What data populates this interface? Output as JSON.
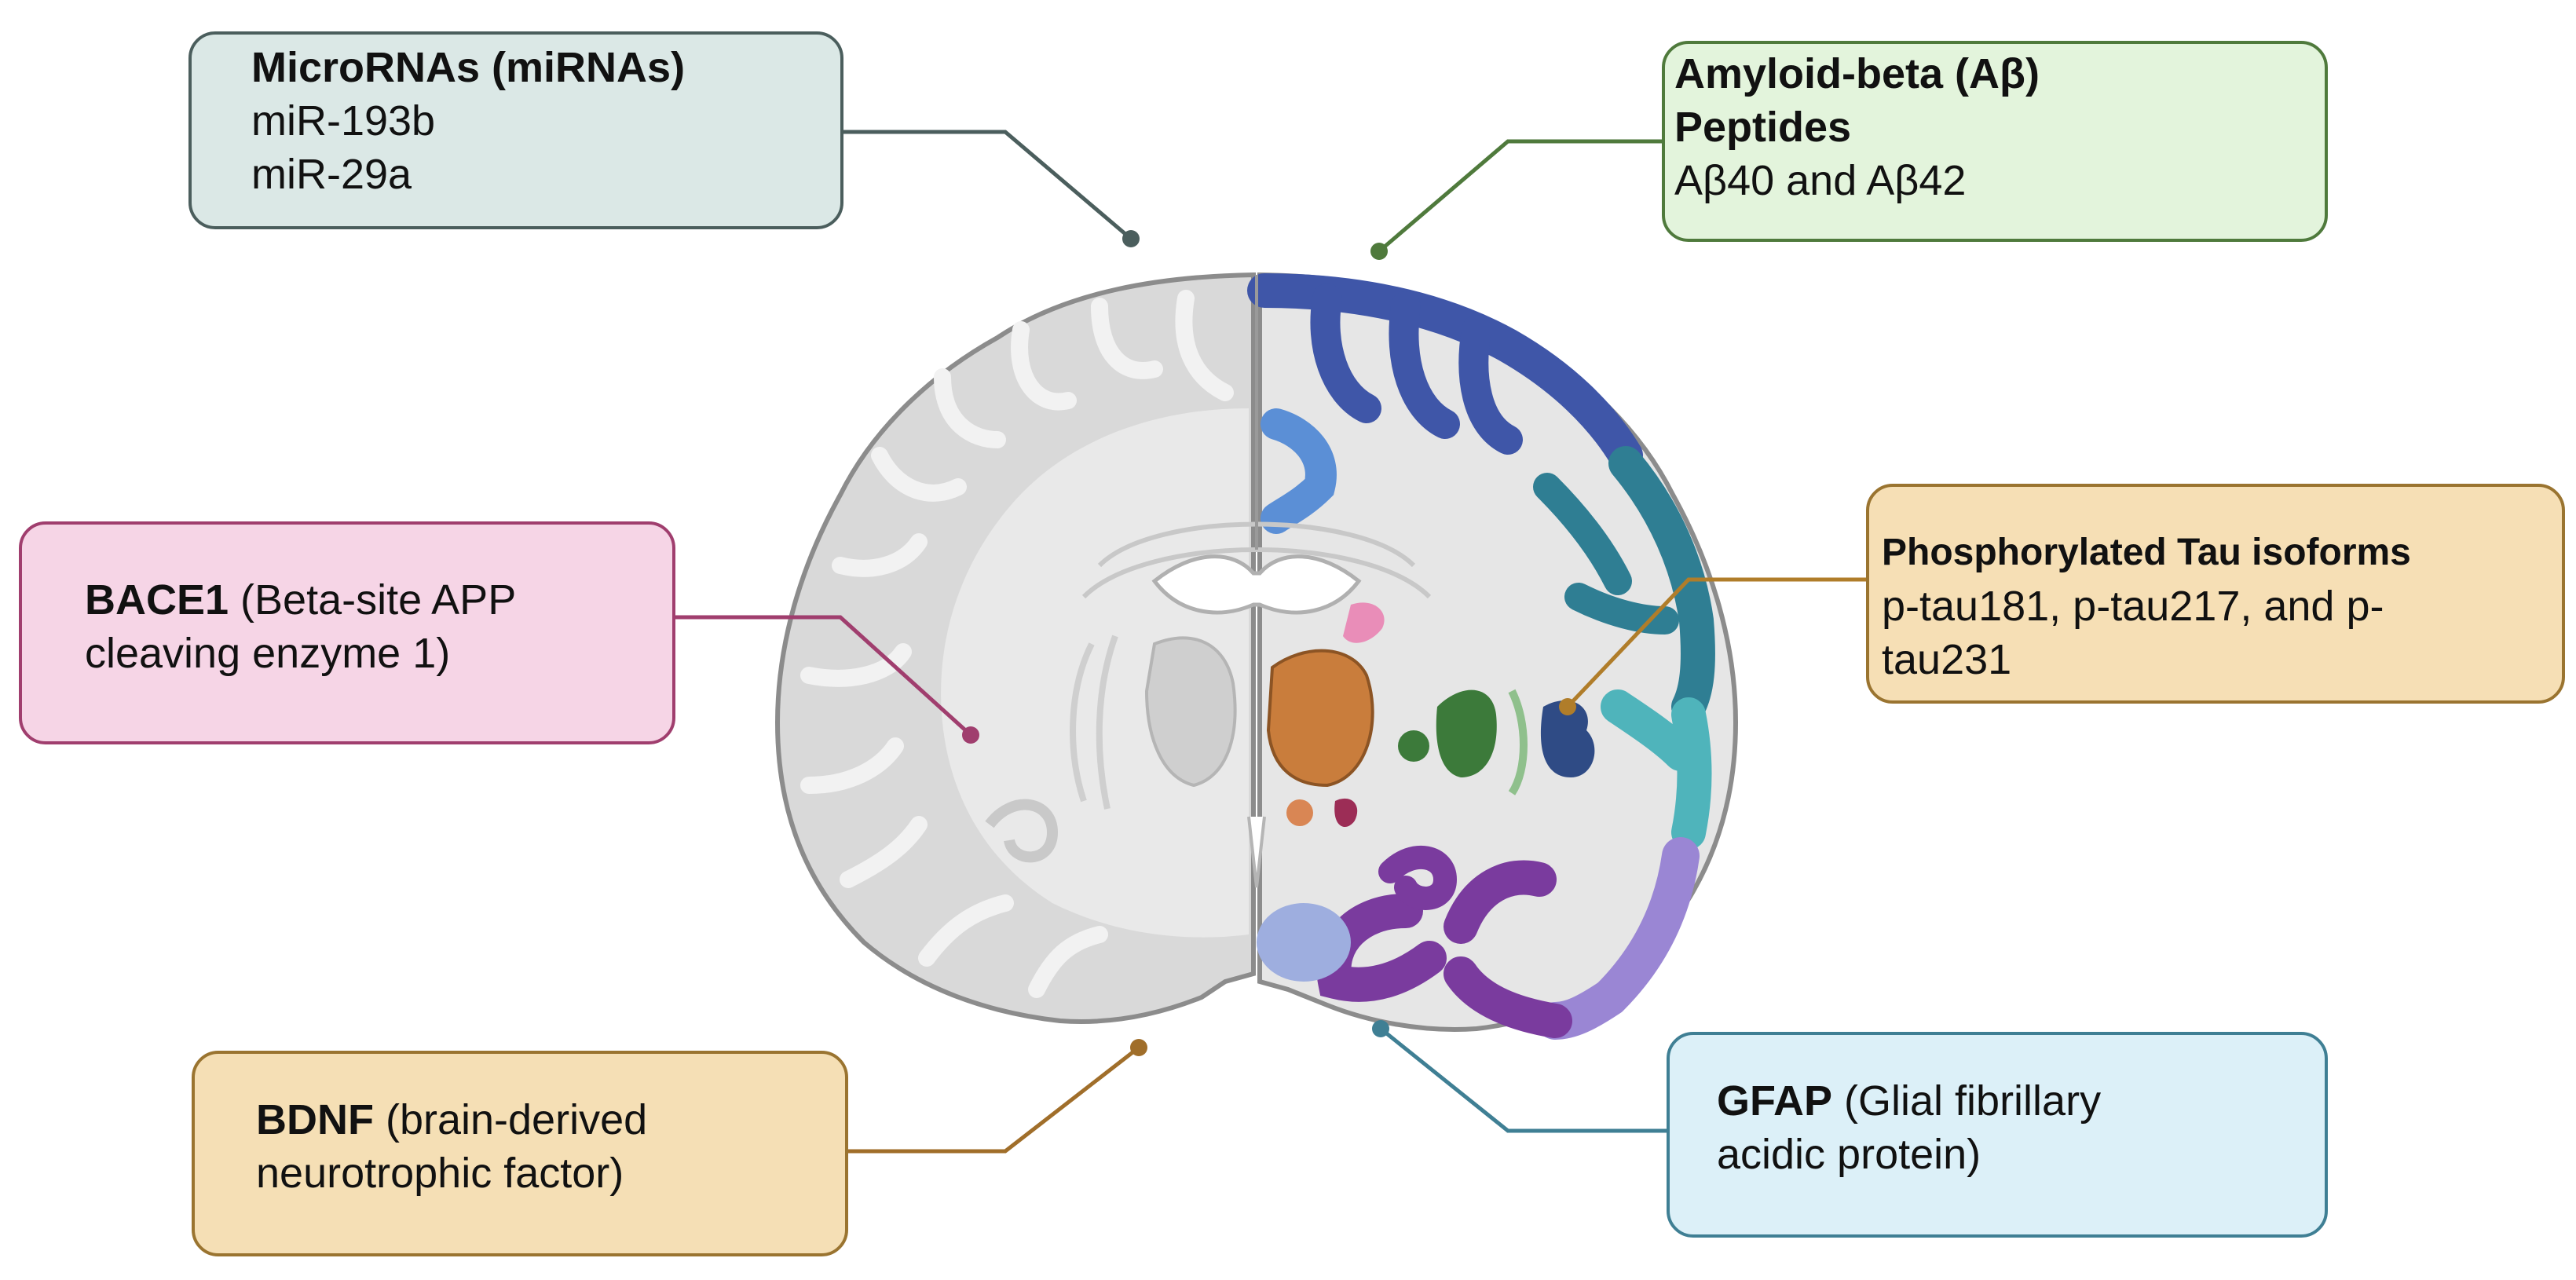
{
  "callouts": {
    "mirna": {
      "title": "MicroRNAs (miRNAs)",
      "items": [
        "miR-193b",
        "miR-29a"
      ],
      "color": "#dbe8e6",
      "border": "#4b5e5d"
    },
    "abeta": {
      "title_line1": "Amyloid-beta (Aβ)",
      "title_line2": "Peptides",
      "detail": "Aβ40 and Aβ42",
      "color": "#e3f4dc",
      "border": "#4f7a3c"
    },
    "tau": {
      "title": "Phosphorylated Tau isoforms",
      "detail_line1": "p-tau181, p-tau217, and p-",
      "detail_line2": "tau231",
      "color": "#f6dfb5",
      "border": "#9a7430"
    },
    "bace": {
      "title": "BACE1",
      "detail_line1": " (Beta-site APP",
      "detail_line2": "cleaving enzyme 1)",
      "color": "#f6d5e6",
      "border": "#a03e6e"
    },
    "bdnf": {
      "title": "BDNF",
      "detail_line1": " (brain-derived",
      "detail_line2": "neurotrophic factor)",
      "color": "#f5dfb5",
      "border": "#9a7430"
    },
    "gfap": {
      "title": "GFAP",
      "detail_line1": " (Glial fibrillary",
      "detail_line2": "acidic protein)",
      "color": "#dcf0f8",
      "border": "#3f7f94"
    }
  },
  "brain": {
    "left_hemisphere_color": "#d9d9d9",
    "right_hemisphere_color": "#e6e6e6",
    "region_colors": {
      "frontal_cortex": "#3f56a8",
      "medial_cortex": "#5b8fd6",
      "temporal_cortex": "#2f7e93",
      "insular_cortex": "#4fb4bb",
      "hippocampal_region": "#7a3b9e",
      "parahippocampal": "#9a86d4",
      "putamen": "#3c7a3a",
      "thalamus": "#c97d3c",
      "caudate_tail": "#e98db8",
      "amygdala": "#2f4b85",
      "mammillary": "#9c2d56",
      "hypothalamus_dot": "#d98654",
      "brainstem_oval": "#9eaedf"
    }
  },
  "connectors": {
    "mirna_color": "#4b5e5d",
    "abeta_color": "#4f7a3c",
    "tau_color": "#b07d2a",
    "bace_color": "#a03e6e",
    "bdnf_color": "#a06e2a",
    "gfap_color": "#3f7f94"
  }
}
